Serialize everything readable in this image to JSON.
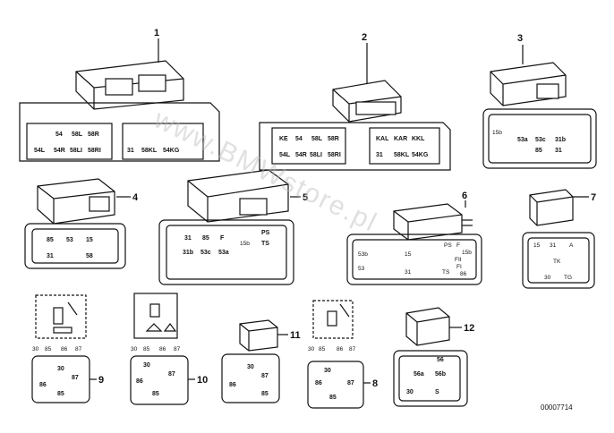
{
  "watermark": "www.BMWstore.pl",
  "catalog_number": "00007714",
  "items": [
    {
      "number": "1",
      "labels": [
        "54",
        "58L",
        "58R",
        "54L",
        "54R",
        "58LI",
        "58RI",
        "31",
        "58KL",
        "54KG"
      ]
    },
    {
      "number": "2",
      "labels": [
        "KE",
        "54",
        "58L",
        "58R",
        "54L",
        "54R",
        "58LI",
        "58RI",
        "KAL",
        "KAR",
        "KKL",
        "31",
        "58KL",
        "54KG"
      ]
    },
    {
      "number": "3",
      "labels": [
        "15b",
        "53a",
        "53c",
        "31b",
        "85",
        "31"
      ]
    },
    {
      "number": "4",
      "labels": [
        "85",
        "53",
        "15",
        "31",
        "58"
      ]
    },
    {
      "number": "5",
      "labels": [
        "31",
        "85",
        "F",
        "15b",
        "31b",
        "53c",
        "53a",
        "PS",
        "TS"
      ]
    },
    {
      "number": "6",
      "labels": [
        "53b",
        "15",
        "PS",
        "F",
        "15b",
        "FII",
        "FI",
        "53",
        "31",
        "TS",
        "86"
      ]
    },
    {
      "number": "7",
      "labels": [
        "15",
        "31",
        "A",
        "TK",
        "30",
        "TG"
      ]
    },
    {
      "number": "8",
      "labels": [
        "30",
        "86",
        "87",
        "85"
      ],
      "pins": [
        "30",
        "85",
        "86",
        "87"
      ]
    },
    {
      "number": "9",
      "labels": [
        "30",
        "87",
        "86",
        "85"
      ],
      "pins": [
        "30",
        "85",
        "86",
        "87"
      ]
    },
    {
      "number": "10",
      "labels": [
        "30",
        "87",
        "86",
        "85"
      ],
      "pins": [
        "30",
        "85",
        "86",
        "87"
      ]
    },
    {
      "number": "11",
      "labels": [
        "86",
        "30",
        "87",
        "85"
      ]
    },
    {
      "number": "12",
      "labels": [
        "56",
        "56a",
        "56b",
        "30",
        "S"
      ]
    }
  ]
}
